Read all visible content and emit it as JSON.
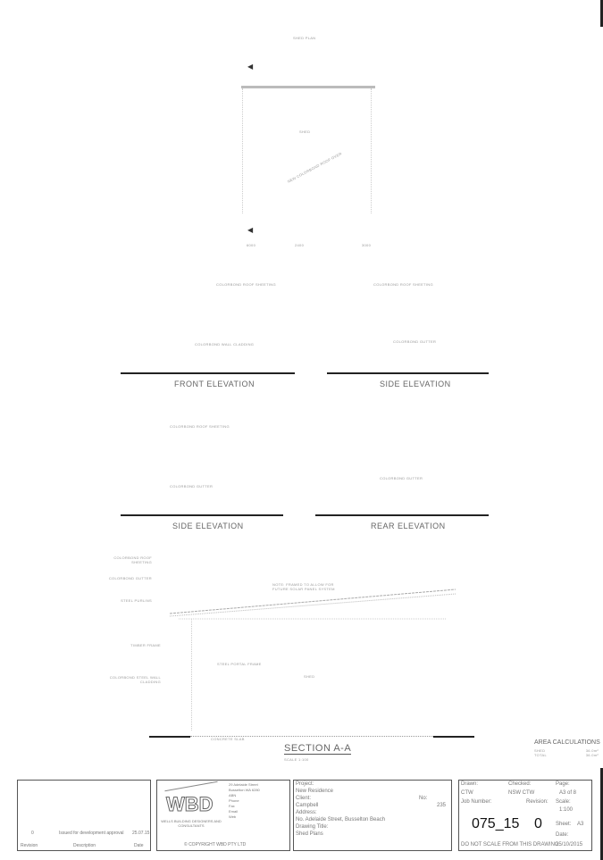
{
  "plan": {
    "title": "SHED PLAN",
    "room": "SHED",
    "note": "NEW COLORBOND ROOF OVER",
    "dims": [
      "6000",
      "2400",
      "3000"
    ]
  },
  "elevations": {
    "front": {
      "title": "FRONT ELEVATION",
      "notes": [
        "COLORBOND ROOF SHEETING",
        "COLORBOND WALL CLADDING"
      ]
    },
    "side1": {
      "title": "SIDE ELEVATION",
      "notes": [
        "COLORBOND ROOF SHEETING",
        "COLORBOND GUTTER"
      ]
    },
    "side2": {
      "title": "SIDE ELEVATION",
      "notes": [
        "COLORBOND ROOF SHEETING",
        "COLORBOND GUTTER"
      ]
    },
    "rear": {
      "title": "REAR ELEVATION",
      "notes": [
        "COLORBOND GUTTER"
      ]
    }
  },
  "section": {
    "title": "SECTION A-A",
    "scale": "SCALE 1:100",
    "room": "SHED",
    "notes": [
      "COLORBOND ROOF SHEETING",
      "COLORBOND GUTTER",
      "NOTE: FRAMED TO ALLOW FOR FUTURE SOLAR PANEL SYSTEM",
      "STEEL PURLINS",
      "TIMBER FRAME",
      "COLORBOND STEEL WALL CLADDING",
      "STEEL PORTAL FRAME",
      "CONCRETE SLAB"
    ]
  },
  "area": {
    "title": "AREA CALCULATIONS",
    "rows": [
      [
        "SHED",
        "36.0m²"
      ],
      [
        "TOTAL",
        "36.0m²"
      ]
    ]
  },
  "revisions": {
    "rev": "0",
    "description": "Issued for development approval",
    "date": "25.07.15",
    "h_revision": "Revision",
    "h_description": "Description",
    "h_date": "Date"
  },
  "company": {
    "logo": "WBD",
    "name": "WELLS BUILDING DESIGNERS AND CONSULTANTS",
    "copyright": "© COPYRIGHT WBD PTY LTD",
    "contact": [
      "29 Adelaide Street",
      "Busselton WA 6280",
      "ABN",
      "Phone",
      "Fax",
      "Email",
      "Web"
    ]
  },
  "project": {
    "h_project": "Project:",
    "project": "New Residence",
    "h_client": "Client:",
    "client": "Campbell",
    "h_no": "No:",
    "no": "235",
    "h_address": "Address:",
    "address": "No. Adelaide Street, Busselton Beach",
    "h_title": "Drawing Title:",
    "title": "Shed Plans"
  },
  "job": {
    "h_drawn": "Drawn:",
    "drawn": "CTW",
    "h_checked": "Checked:",
    "checked": "NSW CTW",
    "h_page": "Page:",
    "page": "A3 of 8",
    "h_job": "Job Number:",
    "job": "075_15",
    "h_rev": "Revision:",
    "rev": "0",
    "h_scale": "Scale:",
    "scale": "1:100",
    "h_sheet": "Sheet:",
    "sheet": "A3",
    "h_date": "Date:",
    "date": "25/10/2015",
    "warning": "DO NOT SCALE FROM THIS DRAWING"
  }
}
